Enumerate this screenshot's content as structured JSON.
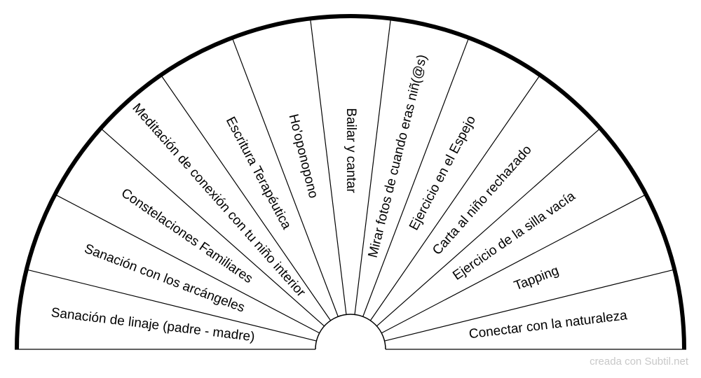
{
  "segments": [
    "Sanación de linaje (padre - madre)",
    "Sanación con los arcángeles",
    "Constelaciones Familiares",
    "Meditación de conexión con tu niño interior",
    "Escritura Terapéutica",
    "Ho'oponopono",
    "Bailar y cantar",
    "Mirar fotos de cuando eras niñ(@s)",
    "Ejercicio en el Espejo",
    "Carta al niño rechazado",
    "Ejercicio de la silla vacía",
    "Tapping",
    "Conectar con la naturaleza"
  ],
  "credit": "creada con Subtil.net",
  "colors": {
    "stroke": "#000000",
    "fill": "#ffffff",
    "credit": "#c8c8c8"
  }
}
